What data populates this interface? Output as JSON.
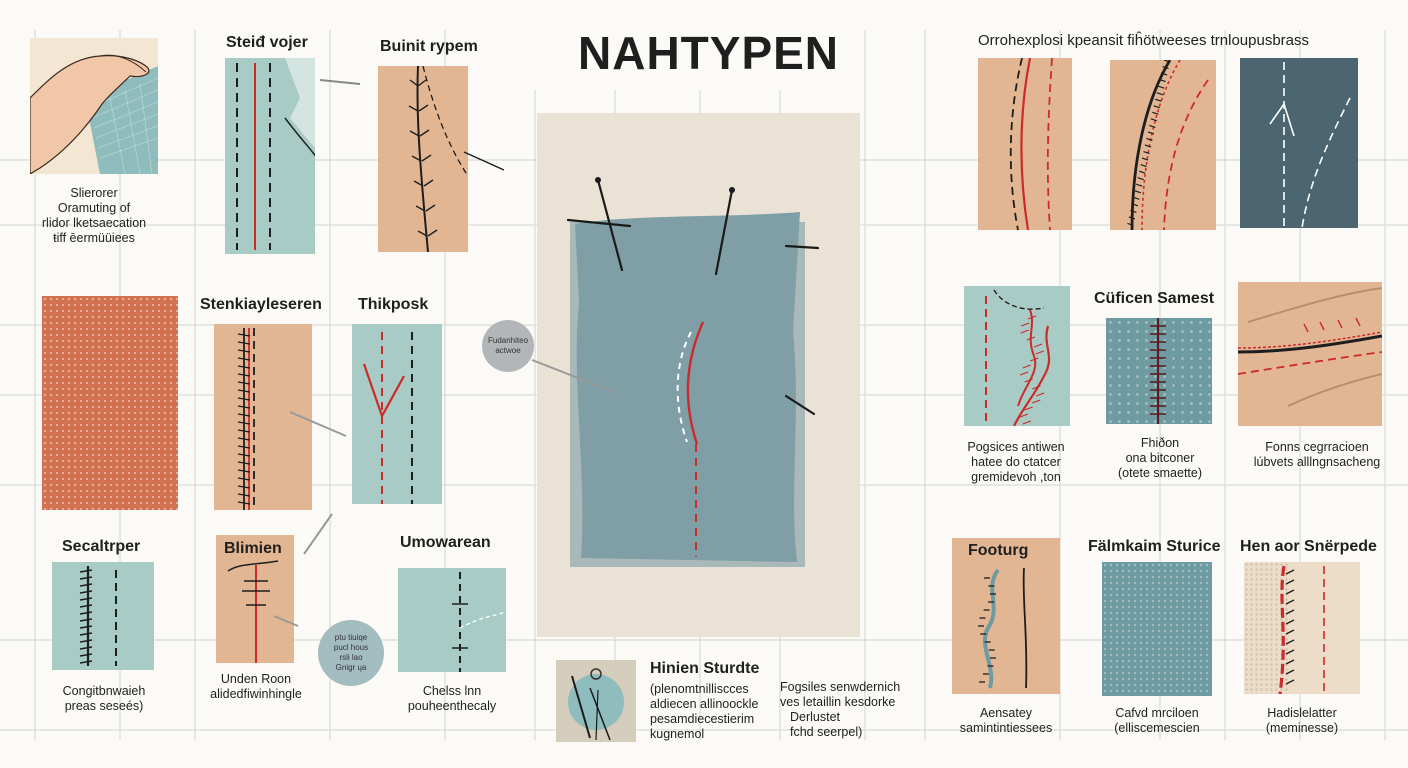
{
  "title": "NAHTYPEN",
  "top_right_heading": "Orrohexplosi kpeansit fiĥötweeses trnloupusbrass",
  "colors": {
    "sage": "#a9cbc6",
    "peach": "#e2b693",
    "slate": "#4b6670",
    "teal_blue": "#6e9aa2",
    "fabric_center": "#7f9ea6",
    "terracotta": "#d2714f",
    "cream": "#e9e2d5",
    "stitch_red": "#cc2b2b",
    "stitch_dark": "#222222"
  },
  "left": {
    "hand_caption": [
      "Slierorer",
      "Oramuting of",
      "rlidor lketsaecation",
      "ŧiff ēermüüiees"
    ],
    "p1_label": "Steiđ vojer",
    "p2_label": "Buinit rypem",
    "p3_label": "Stenkiayleseren",
    "p4_label": "Thikposk",
    "p5_label": "Secaltrper",
    "p5_caption": [
      "Congitbnwaieh",
      "preas seseés)"
    ],
    "p6_label": "Blimien",
    "p6_caption": [
      "Unden Roon",
      "alidedfiwinhingle"
    ],
    "p7_label": "Umowarean",
    "p7_caption": [
      "Chelss lnn",
      "pouheenthecaly"
    ],
    "bubble1": [
      "Fudanhiteo",
      "actwoe"
    ],
    "bubble2": [
      "ptu tiuiqe",
      "pucl hous",
      "rsli lao",
      "Gnigr ųa"
    ]
  },
  "center": {
    "bottom_label": "Hinien Sturdte",
    "bottom_caption_left": [
      "(plenomtnilliscces",
      "aldiecen allinoockle",
      "pesamdiecestierim",
      "kugnemol"
    ],
    "bottom_caption_right": [
      "Fogsiles senwdernich",
      "ves letaillin kesdorke",
      "Derlustet",
      "fchd seerpel)"
    ]
  },
  "right": {
    "mid_caption_1": [
      "Pogsices antiwen",
      "hatee do ctatcer",
      "gremidevoh ,ton"
    ],
    "mid_label_2": "Cüficen Samest",
    "mid_caption_2": [
      "Fhiðon",
      "ona bitconer",
      "(otete smaette)"
    ],
    "mid_caption_3": [
      "Fonns cegrracioen",
      "lúbvets alllngnsacheng"
    ],
    "bot_label_1": "Footurg",
    "bot_caption_1": [
      "Aensatey",
      "samintintiessees"
    ],
    "bot_label_2": "Fälmkaim Sturice",
    "bot_caption_2": [
      "Cafvd mrciloen",
      "(elliscemescien"
    ],
    "bot_label_3": "Hen aor Snërpede",
    "bot_caption_3": [
      "Hadislelatter",
      "(meminesse)"
    ]
  }
}
